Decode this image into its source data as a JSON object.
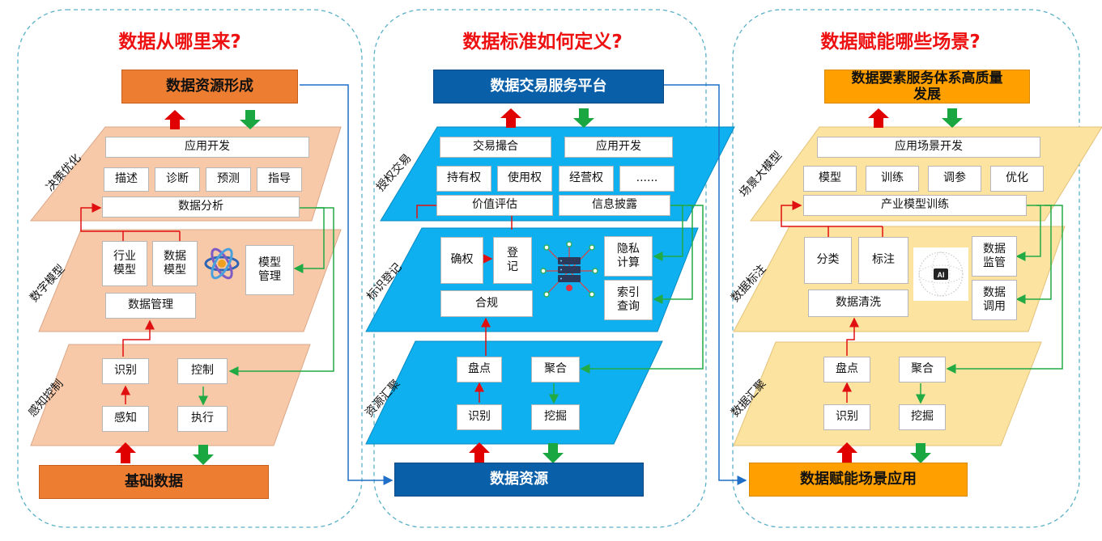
{
  "colors": {
    "peach_plane": "#f8c9a8",
    "blue_plane": "#0fb0f0",
    "yellow_plane": "#fde3a0",
    "red_arrow": "#e00000",
    "green_arrow": "#1aa640",
    "connector_blue": "#1f6fc8",
    "connector_green": "#22aa44",
    "connector_red": "#e01010"
  },
  "col1": {
    "title": "数据从哪里来?",
    "top_header": "数据资源形成",
    "bottom_header": "基础数据",
    "layer_decision": {
      "label": "决策优化",
      "app_dev": "应用开发",
      "items": [
        "描述",
        "诊断",
        "预测",
        "指导"
      ],
      "analysis": "数据分析"
    },
    "layer_model": {
      "label": "数字模型",
      "industry_model": "行业\n模型",
      "data_model": "数据\n模型",
      "model_mgmt": "模型\n管理",
      "data_mgmt": "数据管理",
      "icon": "atom-icon"
    },
    "layer_sense": {
      "label": "感知控制",
      "identify": "识别",
      "control": "控制",
      "perceive": "感知",
      "execute": "执行"
    }
  },
  "col2": {
    "title": "数据标准如何定义?",
    "top_header": "数据交易服务平台",
    "bottom_header": "数据资源",
    "layer_trade": {
      "label": "授权交易",
      "match": "交易撮合",
      "app_dev": "应用开发",
      "rights": [
        "持有权",
        "使用权",
        "经营权",
        "......"
      ],
      "valuation": "价值评估",
      "disclosure": "信息披露"
    },
    "layer_register": {
      "label": "标识登记",
      "confirm": "确权",
      "register": "登\n记",
      "privacy": "隐私\n计算",
      "compliance": "合规",
      "index": "索引\n查询",
      "icon": "server-network-icon"
    },
    "layer_gather": {
      "label": "资源汇聚",
      "inventory": "盘点",
      "aggregate": "聚合",
      "identify": "识别",
      "mine": "挖掘"
    }
  },
  "col3": {
    "title": "数据赋能哪些场景?",
    "top_header": "数据要素服务体系高质量\n发展",
    "bottom_header": "数据赋能场景应用",
    "layer_big_model": {
      "label": "场景大模型",
      "scene_dev": "应用场景开发",
      "items": [
        "模型",
        "训练",
        "调参",
        "优化"
      ],
      "industry_training": "产业模型训练"
    },
    "layer_label": {
      "label": "数据标注",
      "classify": "分类",
      "annotate": "标注",
      "supervise": "数据\n监管",
      "cleaning": "数据清洗",
      "invoke": "数据\n调用",
      "icon_text": "AI",
      "icon": "ai-globe-icon"
    },
    "layer_gather": {
      "label": "数据汇聚",
      "inventory": "盘点",
      "aggregate": "聚合",
      "identify": "识别",
      "mine": "挖掘"
    }
  }
}
